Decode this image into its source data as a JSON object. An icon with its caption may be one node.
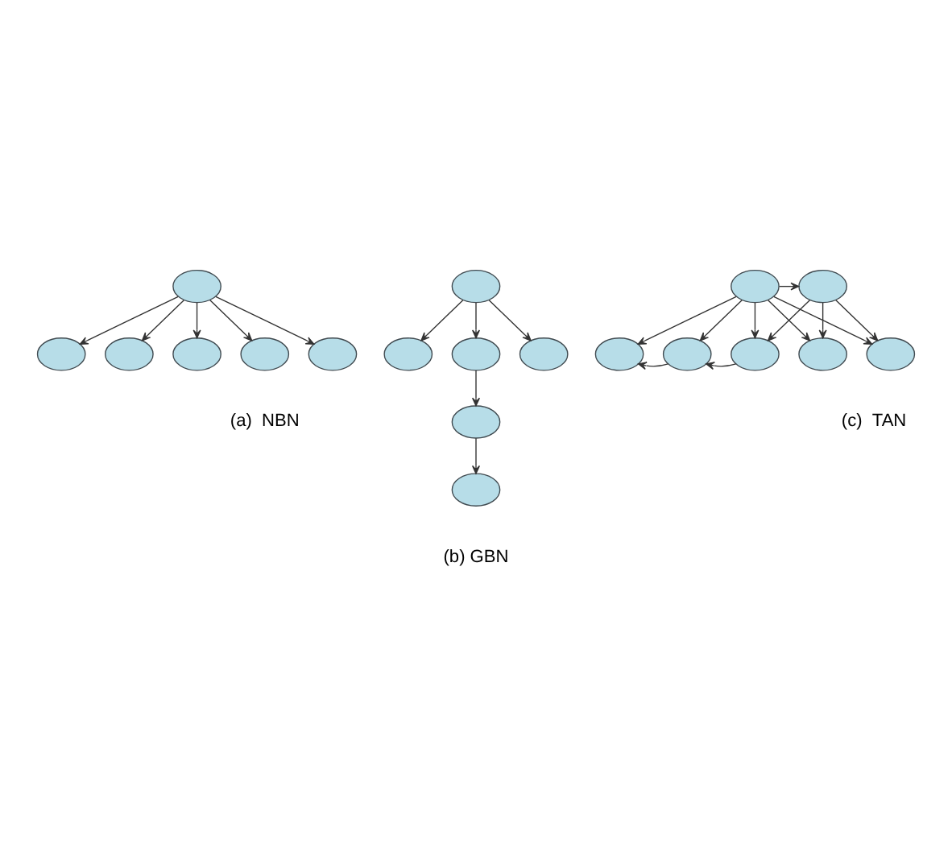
{
  "diagram": {
    "nodes": [
      {
        "text": [],
        "shape": "ellipse"
      },
      {
        "text": [],
        "shape": "ellipse"
      },
      {
        "text": [],
        "shape": "ellipse"
      },
      {
        "text": [],
        "shape": "ellipse"
      },
      {
        "text": [],
        "shape": "ellipse"
      },
      {
        "text": [],
        "shape": "ellipse"
      },
      {
        "text": [],
        "shape": "ellipse"
      },
      {
        "text": [],
        "shape": "ellipse"
      },
      {
        "text": [],
        "shape": "ellipse"
      },
      {
        "text": [],
        "shape": "ellipse"
      },
      {
        "text": [],
        "shape": "ellipse"
      },
      {
        "text": [],
        "shape": "ellipse"
      },
      {
        "text": [],
        "shape": "ellipse"
      },
      {
        "text": [],
        "shape": "ellipse"
      },
      {
        "text": [],
        "shape": "ellipse"
      },
      {
        "text": [],
        "shape": "ellipse"
      },
      {
        "text": [],
        "shape": "ellipse"
      },
      {
        "text": [],
        "shape": "ellipse"
      },
      {
        "text": [],
        "shape": "ellipse"
      }
    ],
    "edges": [
      {
        "from": 0,
        "to": 1,
        "arrow": "to"
      },
      {
        "from": 0,
        "to": 2,
        "arrow": "to"
      },
      {
        "from": 0,
        "to": 3,
        "arrow": "to"
      },
      {
        "from": 0,
        "to": 4,
        "arrow": "to"
      },
      {
        "from": 0,
        "to": 5,
        "arrow": "to"
      },
      {
        "from": 6,
        "to": 7,
        "arrow": "to"
      },
      {
        "from": 6,
        "to": 8,
        "arrow": "to"
      },
      {
        "from": 6,
        "to": 9,
        "arrow": "to"
      },
      {
        "from": 7,
        "to": 10,
        "arrow": "to"
      },
      {
        "from": 10,
        "to": 11,
        "arrow": "to"
      },
      {
        "from": 12,
        "to": 13,
        "arrow": "to"
      },
      {
        "from": 12,
        "to": 14,
        "arrow": "to"
      },
      {
        "from": 12,
        "to": 15,
        "arrow": "to"
      },
      {
        "from": 12,
        "to": 16,
        "arrow": "to"
      },
      {
        "from": 12,
        "to": 17,
        "arrow": "to"
      },
      {
        "from": 12,
        "to": 18,
        "arrow": "to"
      },
      {
        "from": 13,
        "to": 16,
        "arrow": "to"
      },
      {
        "from": 13,
        "to": 17,
        "arrow": "to"
      },
      {
        "from": 13,
        "to": 18,
        "arrow": "to"
      },
      {
        "from": 16,
        "to": 15,
        "arrow": "to"
      },
      {
        "from": 15,
        "to": 14,
        "arrow": "to"
      }
    ],
    "labels": [
      "(a)  NBN",
      "(b) GBN",
      "(c)  TAN"
    ]
  }
}
